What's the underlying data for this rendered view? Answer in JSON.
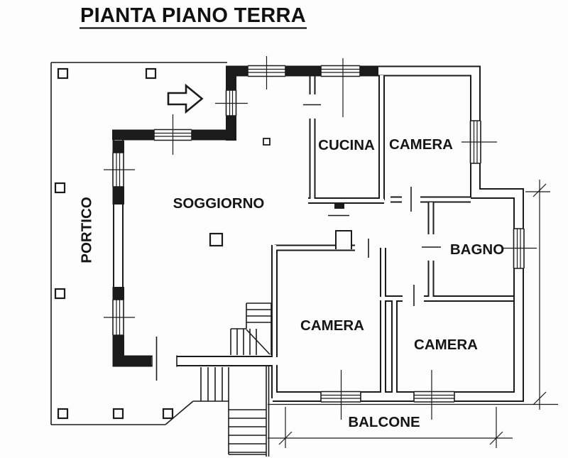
{
  "title": {
    "text": "PIANTA PIANO TERRA"
  },
  "rooms": {
    "portico": {
      "label": "PORTICO"
    },
    "soggiorno": {
      "label": "SOGGIORNO"
    },
    "cucina": {
      "label": "CUCINA"
    },
    "camera_nord": {
      "label": "CAMERA"
    },
    "bagno": {
      "label": "BAGNO"
    },
    "camera_centro": {
      "label": "CAMERA"
    },
    "camera_sud": {
      "label": "CAMERA"
    },
    "balcone": {
      "label": "BALCONE"
    }
  },
  "icons": {
    "entrance_arrow": "thick-right-arrow"
  },
  "colors": {
    "line": "#1b1b1b",
    "paper": "#fdfdfd"
  }
}
